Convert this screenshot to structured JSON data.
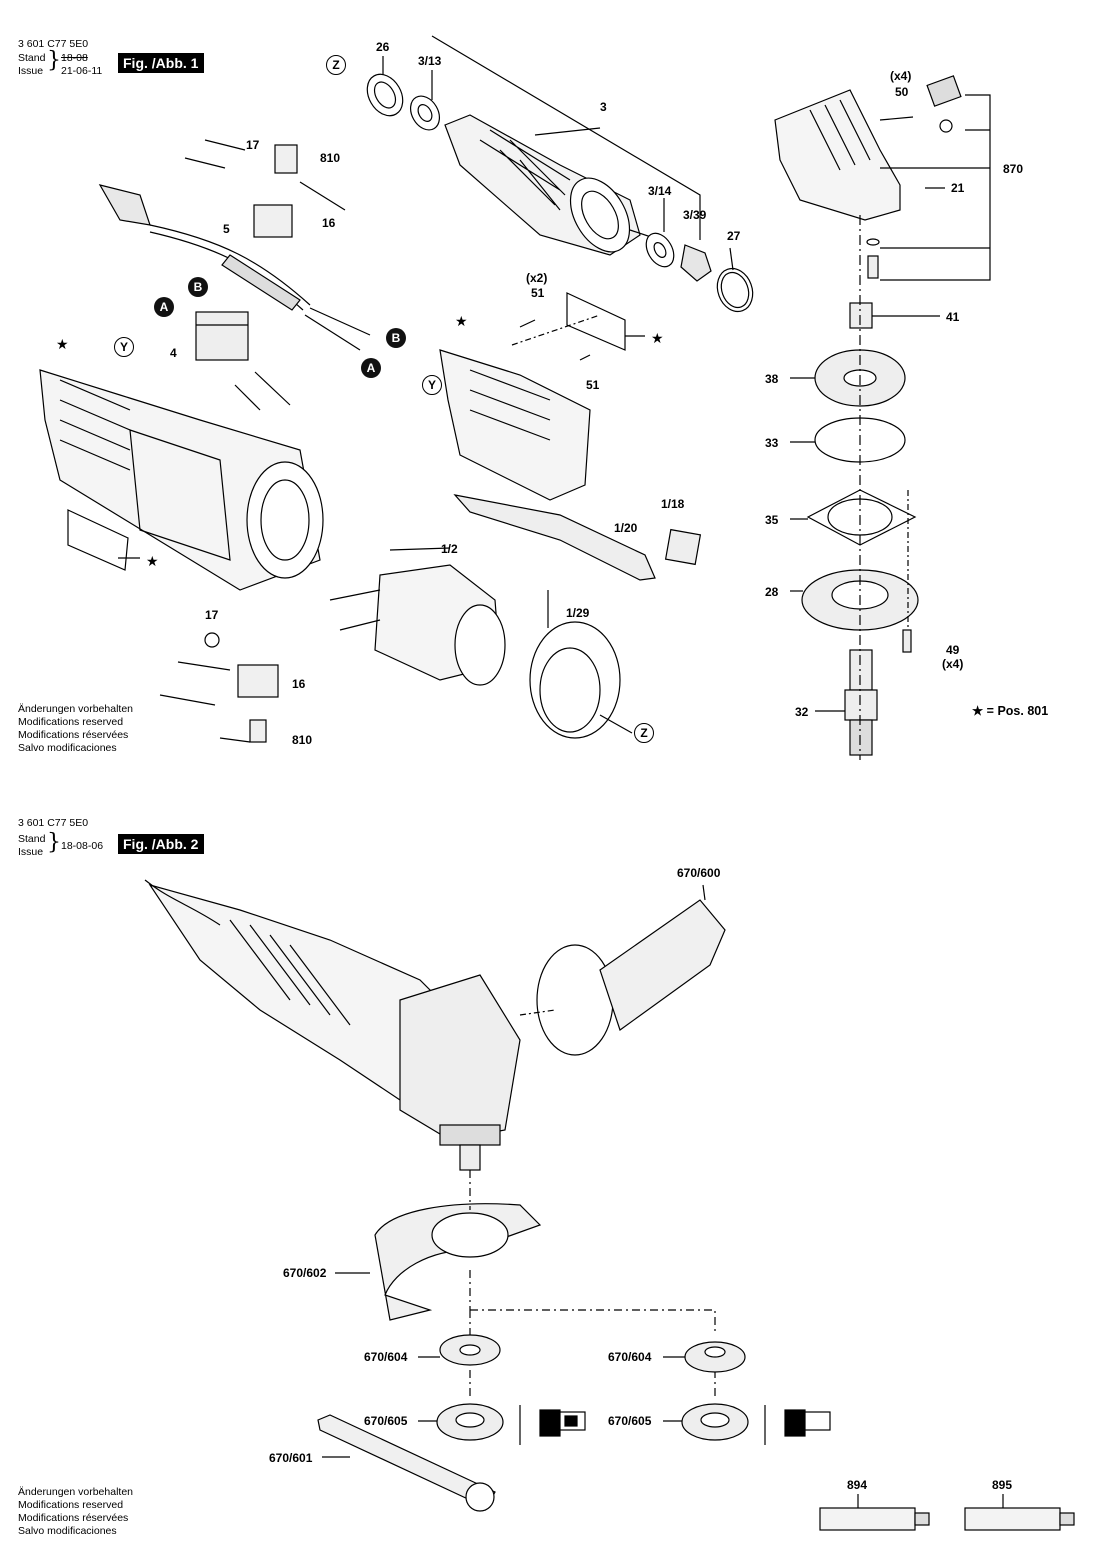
{
  "figure1": {
    "doc_number": "3 601 C77 5E0",
    "stand_label": "Stand",
    "issue_label": "Issue",
    "stand_date_struck": "18-08",
    "issue_date": "21-06-11",
    "badge": "Fig. /Abb. 1",
    "notes": [
      "Änderungen vorbehalten",
      "Modifications reserved",
      "Modifications réservées",
      "Salvo modificaciones"
    ],
    "legend": "★ = Pos. 801",
    "part_labels": {
      "p26": "26",
      "p3_13": "3/13",
      "p3": "3",
      "p3_14": "3/14",
      "p3_39": "3/39",
      "p27": "27",
      "p17a": "17",
      "p810a": "810",
      "p16a": "16",
      "p5": "5",
      "p4": "4",
      "p51a_qty": "(x2)",
      "p51a": "51",
      "p51b": "51",
      "p50_qty": "(x4)",
      "p50": "50",
      "p21": "21",
      "p870": "870",
      "p41": "41",
      "p38": "38",
      "p33": "33",
      "p35": "35",
      "p28": "28",
      "p49": "49",
      "p49_qty": "(x4)",
      "p32": "32",
      "p1_2": "1/2",
      "p1_29": "1/29",
      "p1_20": "1/20",
      "p1_18": "1/18",
      "p17b": "17",
      "p16b": "16",
      "p810b": "810"
    },
    "markers": {
      "A": "A",
      "B": "B",
      "Y": "Y",
      "Z": "Z"
    }
  },
  "figure2": {
    "doc_number": "3 601 C77 5E0",
    "stand_label": "Stand",
    "issue_label": "Issue",
    "issue_date": "18-08-06",
    "badge": "Fig. /Abb. 2",
    "notes": [
      "Änderungen vorbehalten",
      "Modifications reserved",
      "Modifications réservées",
      "Salvo modificaciones"
    ],
    "part_labels": {
      "p670_600": "670/600",
      "p670_602": "670/602",
      "p670_604a": "670/604",
      "p670_604b": "670/604",
      "p670_605a": "670/605",
      "p670_605b": "670/605",
      "p670_601": "670/601",
      "p894": "894",
      "p895": "895"
    }
  }
}
